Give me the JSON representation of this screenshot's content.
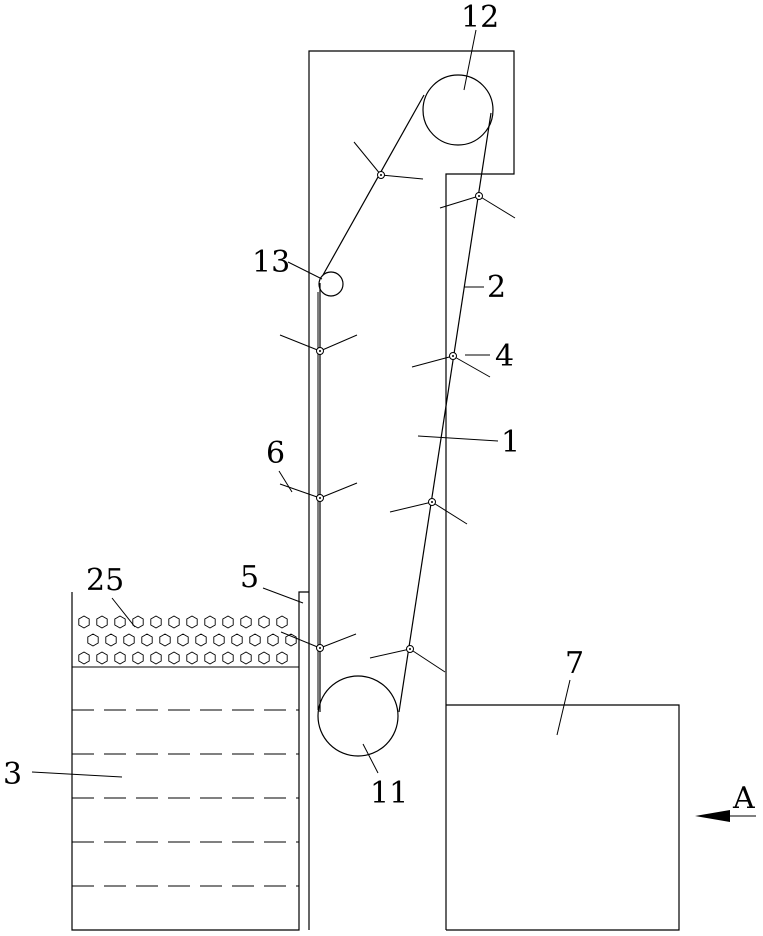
{
  "labels": {
    "frame": "1",
    "belt": "2",
    "tank": "3",
    "lug": "4",
    "wall": "5",
    "scraper": "6",
    "box": "7",
    "lower_roller": "11",
    "upper_roller": "12",
    "idler": "13",
    "particles": "25",
    "view_arrow": "A"
  }
}
